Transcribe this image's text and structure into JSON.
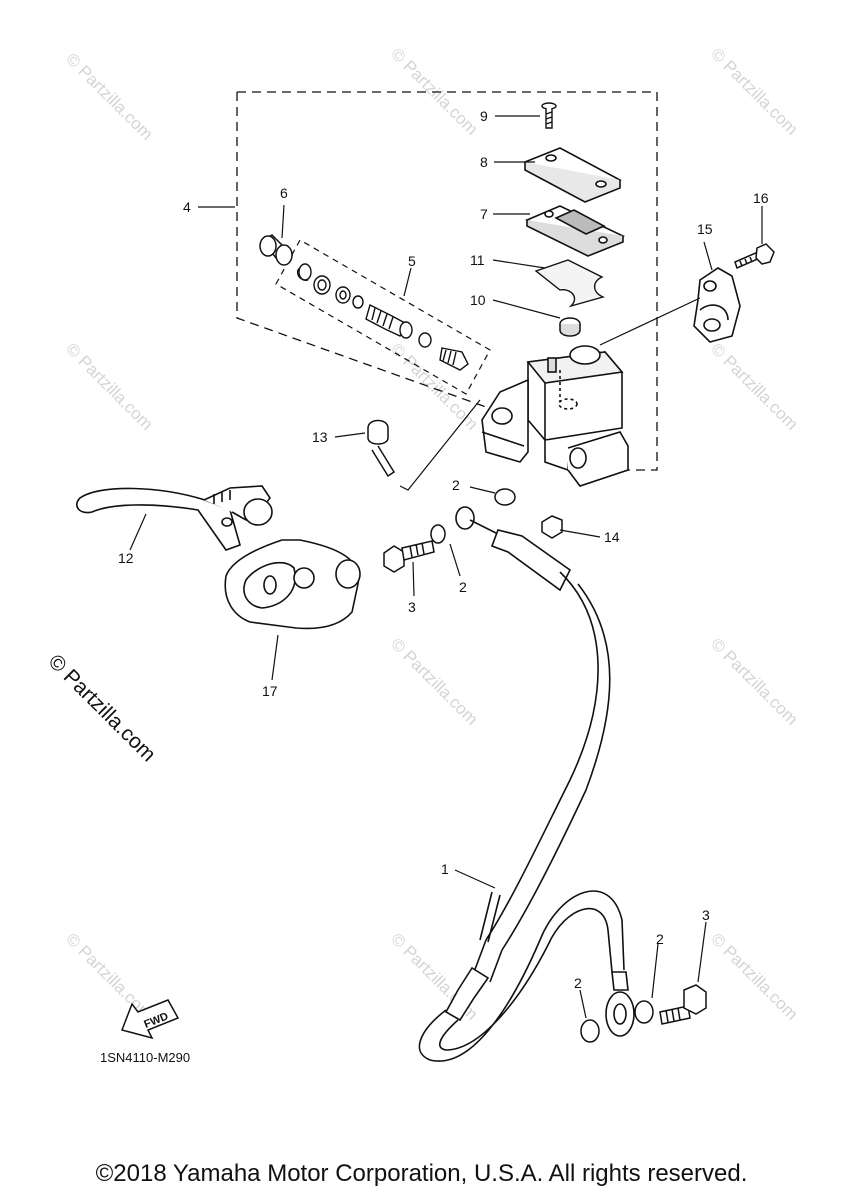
{
  "watermark_text": "© Partzilla.com",
  "side_watermark": "© Partzilla.com",
  "diagram_code": "1SN4110-M290",
  "fwd_label": "FWD",
  "copyright": "©2018 Yamaha Motor Corporation, U.S.A. All rights reserved.",
  "callouts": {
    "c1": "1",
    "c2a": "2",
    "c2b": "2",
    "c2c": "2",
    "c2d": "2",
    "c3a": "3",
    "c3b": "3",
    "c4": "4",
    "c5": "5",
    "c6": "6",
    "c7": "7",
    "c8": "8",
    "c9": "9",
    "c10": "10",
    "c11": "11",
    "c12": "12",
    "c13": "13",
    "c14": "14",
    "c15": "15",
    "c16": "16",
    "c17": "17"
  }
}
